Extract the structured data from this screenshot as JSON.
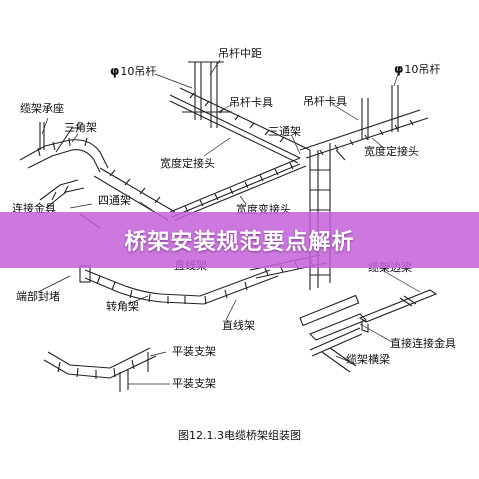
{
  "banner": {
    "title": "桥架安装规范要点解析"
  },
  "figure": {
    "caption": "图12.1.3电缆桥架组装图"
  },
  "labels": {
    "hanger_spacing": "吊杆中距",
    "rod_left": "10吊杆",
    "rod_right": "10吊杆",
    "rod_symbol": "φ",
    "rod_clamp_center": "吊杆卡具",
    "rod_clamp_right": "吊杆卡具",
    "cable_support": "缆架承座",
    "triangle_frame": "三角架",
    "tee": "三通架",
    "width_fixed_center": "宽度定接头",
    "width_fixed_right": "宽度定接头",
    "connecting_fitting": "连接金具",
    "cross": "四通架",
    "width_change": "宽度变接头",
    "straight_upper": "直线架",
    "cable_side_beam": "缆架边梁",
    "end_cap": "端部封堵",
    "elbow": "转角架",
    "straight_lower": "直线架",
    "direct_fitting": "直接连接金具",
    "flat_bracket_upper": "平装支架",
    "cable_crossbeam": "缆架横梁",
    "flat_bracket_lower": "平装支架"
  }
}
